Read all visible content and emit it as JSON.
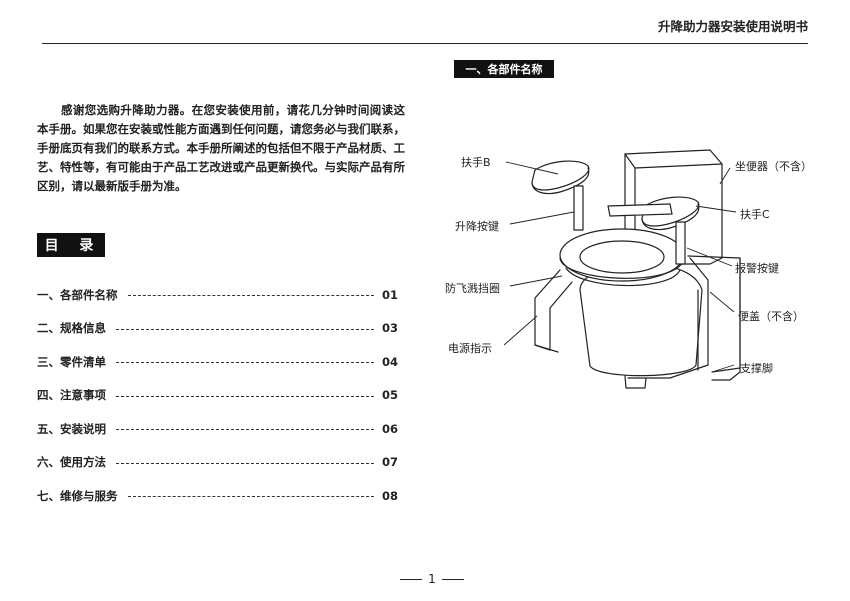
{
  "header": {
    "title": "升降助力器安装使用说明书"
  },
  "intro": "感谢您选购升降助力器。在您安装使用前，请花几分钟时间阅读这本手册。如果您在安装或性能方面遇到任何问题，请您务必与我们联系，手册底页有我们的联系方式。本手册所阐述的包括但不限于产品材质、工艺、特性等，有可能由于产品工艺改进或产品更新换代。与实际产品有所区别，请以最新版手册为准。",
  "toc": {
    "title": "目 录",
    "items": [
      {
        "label": "一、各部件名称",
        "page": "01"
      },
      {
        "label": "二、规格信息",
        "page": "03"
      },
      {
        "label": "三、零件清单",
        "page": "04"
      },
      {
        "label": "四、注意事项",
        "page": "05"
      },
      {
        "label": "五、安装说明",
        "page": "06"
      },
      {
        "label": "六、使用方法",
        "page": "07"
      },
      {
        "label": "七、维修与服务",
        "page": "08"
      }
    ]
  },
  "section": {
    "title": "一、各部件名称"
  },
  "diagram_labels": {
    "armrest_b": "扶手B",
    "lift_button": "升降按键",
    "splash_guard": "防飞溅挡圈",
    "power_indicator": "电源指示",
    "toilet": "坐便器（不含）",
    "armrest_c": "扶手C",
    "alarm_button": "报警按键",
    "seat_cover": "便盖（不含）",
    "support_foot": "支撑脚"
  },
  "page_number": "1"
}
